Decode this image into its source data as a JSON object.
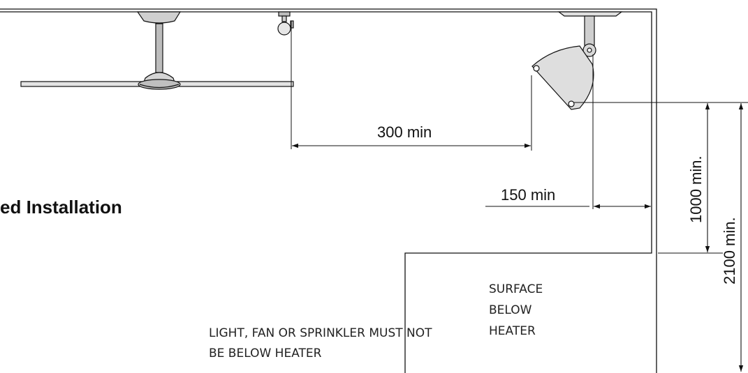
{
  "title_fragment": "ed Installation",
  "dimensions": {
    "fan_gap": "300 min",
    "wall_gap": "150 min",
    "above_surface": "1000 min.",
    "above_floor": "2100 min."
  },
  "notes": {
    "warning_line1": "LIGHT, FAN OR SPRINKLER MUST NOT",
    "warning_line2": "BE BELOW HEATER",
    "surface_line1": "SURFACE",
    "surface_line2": "BELOW",
    "surface_line3": "HEATER"
  },
  "colors": {
    "line": "#111111",
    "fill_grey": "#d9d9d9"
  }
}
